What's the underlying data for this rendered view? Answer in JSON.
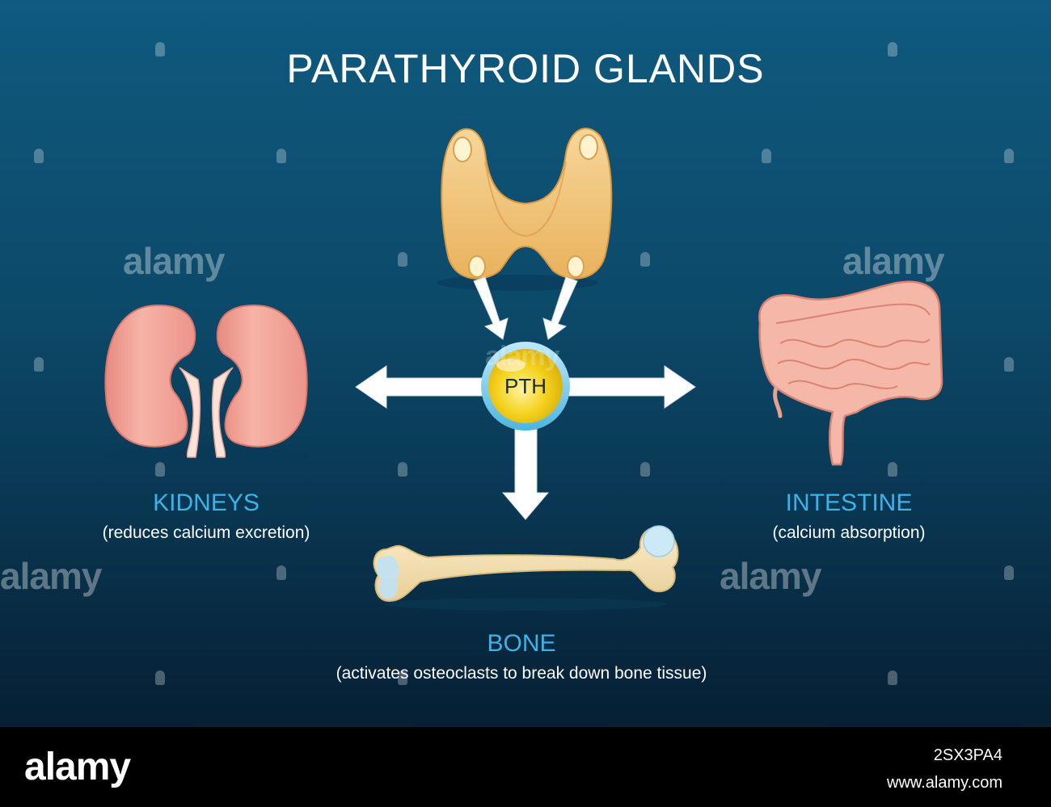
{
  "title": "PARATHYROID GLANDS",
  "hormone": "PTH",
  "targets": {
    "kidneys": {
      "name": "KIDNEYS",
      "effect": "(reduces calcium excretion)"
    },
    "intestine": {
      "name": "INTESTINE",
      "effect": "(calcium absorption)"
    },
    "bone": {
      "name": "BONE",
      "effect": "(activates osteoclasts to break down bone tissue)"
    }
  },
  "watermark": "alamy",
  "footer": {
    "logo": "alamy",
    "image_id": "2SX3PA4",
    "url": "www.alamy.com"
  },
  "colors": {
    "background": "#0c4868",
    "title": "#ffffff",
    "label_heading": "#39b3ea",
    "label_text": "#ffffff",
    "arrow": "#ffffff",
    "pth_ball": "#f5d21e",
    "thyroid": "#f0c070",
    "kidney": "#f4a79b",
    "intestine": "#f2b0a0",
    "bone": "#f3ddb1"
  }
}
